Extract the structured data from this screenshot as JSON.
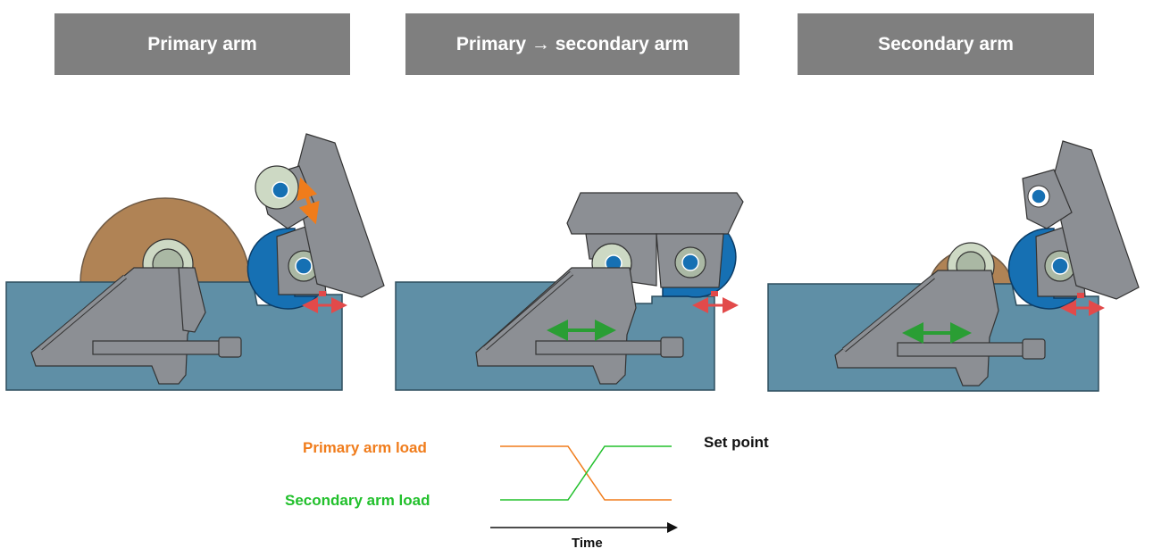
{
  "headers": {
    "primary": "Primary arm",
    "transition": "Primary → secondary arm",
    "secondary": "Secondary arm"
  },
  "legend": {
    "primary_label": "Primary arm load",
    "secondary_label": "Secondary arm load",
    "set_point_label": "Set point",
    "time_label": "Time"
  },
  "colors": {
    "header_bg": "#7f7f7f",
    "base": "#5f8fa6",
    "machine": "#8c8f94",
    "roll": "#b08355",
    "blue_drum": "#1670b3",
    "primary_load": "#f07c1b",
    "secondary_load": "#22c02c",
    "slide_arrow": "#e24a4a",
    "green_arrow": "#2a9e34"
  }
}
